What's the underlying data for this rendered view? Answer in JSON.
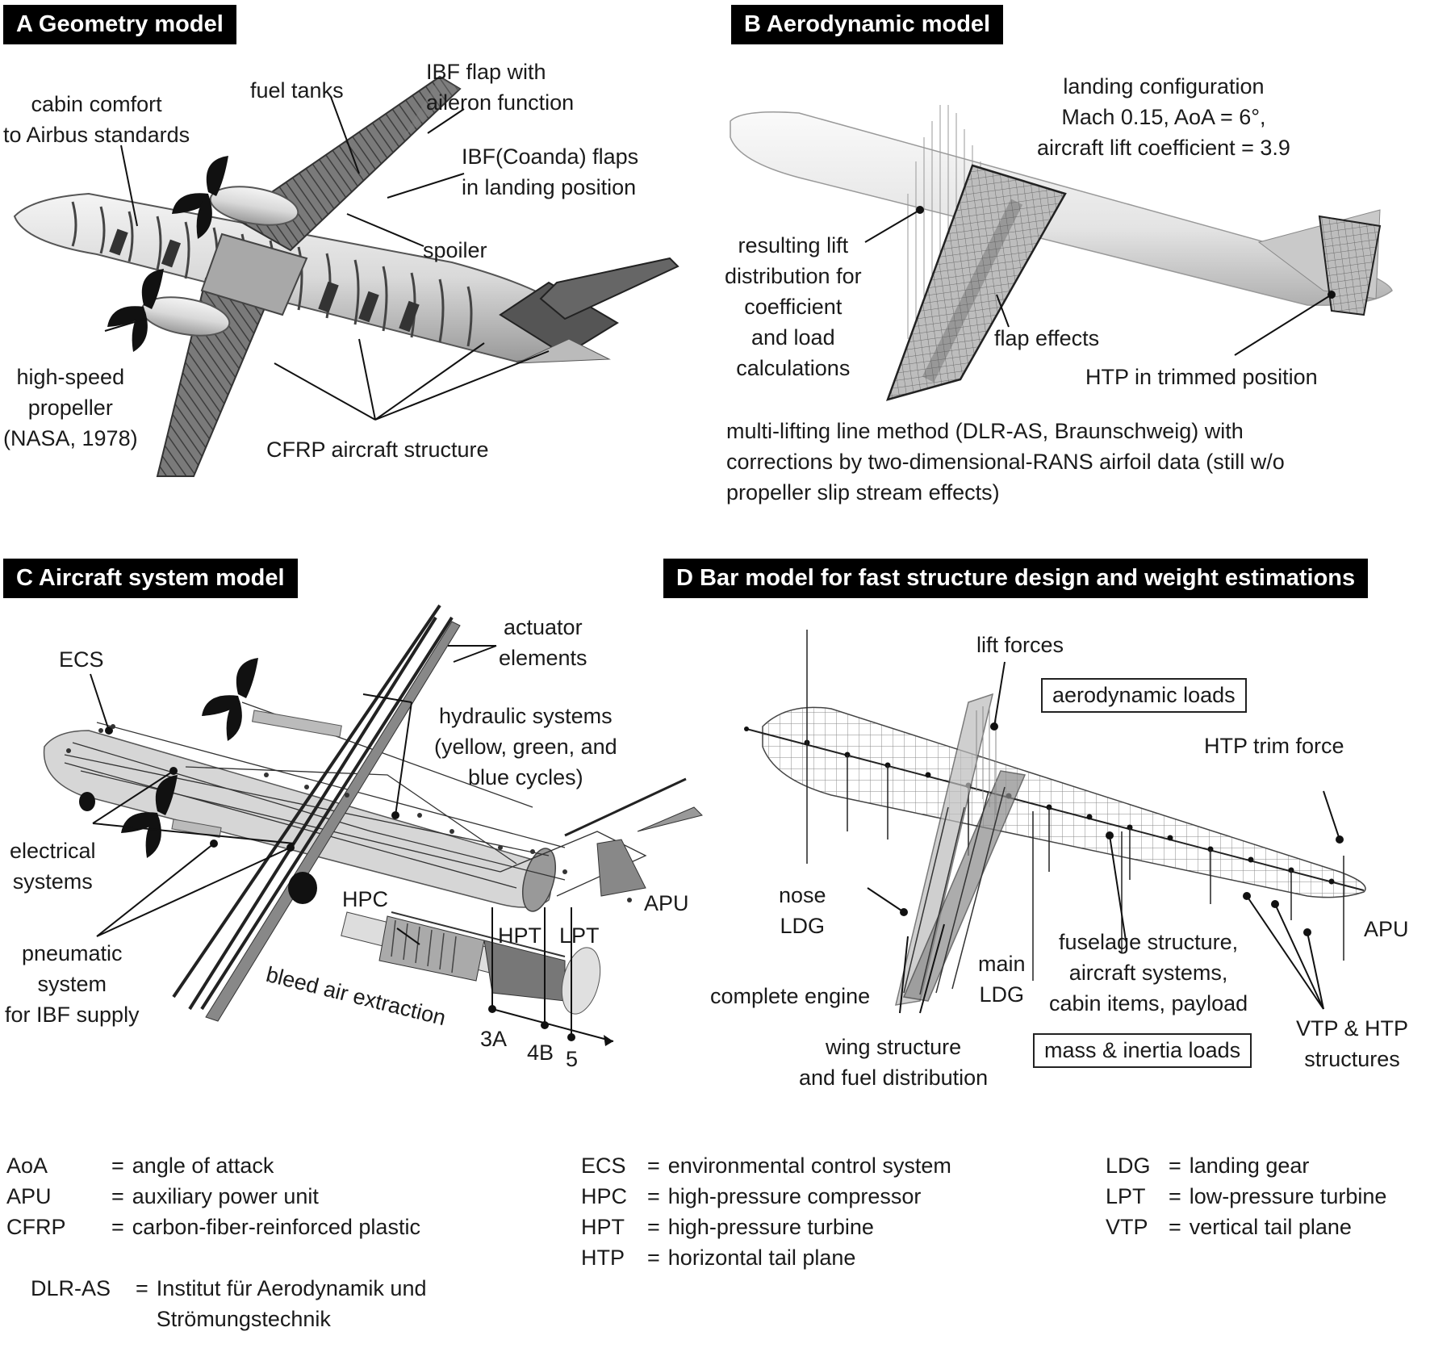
{
  "panels": {
    "a": {
      "title": "A  Geometry model",
      "labels": {
        "cabin": "cabin comfort\nto Airbus standards",
        "fuel_tanks": "fuel tanks",
        "ibf_flap_aileron": "IBF flap with\naileron function",
        "ibf_coanda": "IBF(Coanda) flaps\nin landing position",
        "spoiler": "spoiler",
        "propeller": "high-speed\npropeller\n(NASA, 1978)",
        "cfrp": "CFRP aircraft structure"
      }
    },
    "b": {
      "title": "B  Aerodynamic model",
      "labels": {
        "landing_config": "landing configuration\nMach 0.15, AoA = 6°,\naircraft lift coefficient = 3.9",
        "lift_distribution": "resulting lift\ndistribution for\ncoefficient\nand load\ncalculations",
        "flap_effects": "flap effects",
        "htp_trimmed": "HTP in trimmed position",
        "method": "multi-lifting line method (DLR-AS, Braunschweig) with\ncorrections by two-dimensional-RANS airfoil data (still w/o\npropeller slip stream effects)"
      }
    },
    "c": {
      "title": "C  Aircraft system model",
      "labels": {
        "ecs": "ECS",
        "actuator": "actuator\nelements",
        "hydraulic": "hydraulic systems\n(yellow, green, and\nblue cycles)",
        "electrical": "electrical\nsystems",
        "pneumatic": "pneumatic\nsystem\nfor IBF supply",
        "hpc": "HPC",
        "hpt": "HPT",
        "lpt": "LPT",
        "apu": "APU",
        "bleed": "bleed air extraction",
        "station_3a": "3A",
        "station_4b": "4B",
        "station_5": "5"
      }
    },
    "d": {
      "title": "D  Bar model for fast structure design and weight estimations",
      "labels": {
        "lift_forces": "lift forces",
        "aero_loads": "aerodynamic loads",
        "htp_trim": "HTP trim force",
        "nose_ldg": "nose\nLDG",
        "complete_engine": "complete engine",
        "main_ldg": "main\nLDG",
        "fuselage": "fuselage structure,\naircraft systems,\ncabin items, payload",
        "apu": "APU",
        "wing_structure": "wing structure\nand fuel distribution",
        "mass_loads": "mass & inertia loads",
        "vtp_htp": "VTP & HTP\nstructures"
      }
    }
  },
  "glossary": {
    "col1": [
      {
        "abbr": "AoA",
        "eq": "=",
        "def": "angle of attack"
      },
      {
        "abbr": "APU",
        "eq": "=",
        "def": "auxiliary power unit"
      },
      {
        "abbr": "CFRP",
        "eq": "=",
        "def": "carbon-fiber-reinforced plastic"
      },
      {
        "abbr": "DLR-AS",
        "eq": "=",
        "def": "Institut für Aerodynamik und\nStrömungstechnik"
      }
    ],
    "col2": [
      {
        "abbr": "ECS",
        "eq": "=",
        "def": "environmental control system"
      },
      {
        "abbr": "HPC",
        "eq": "=",
        "def": "high-pressure compressor"
      },
      {
        "abbr": "HPT",
        "eq": "=",
        "def": "high-pressure turbine"
      },
      {
        "abbr": "HTP",
        "eq": "=",
        "def": "horizontal tail plane"
      }
    ],
    "col3": [
      {
        "abbr": "LDG",
        "eq": "=",
        "def": "landing gear"
      },
      {
        "abbr": "LPT",
        "eq": "=",
        "def": "low-pressure turbine"
      },
      {
        "abbr": "VTP",
        "eq": "=",
        "def": "vertical tail plane"
      }
    ]
  }
}
